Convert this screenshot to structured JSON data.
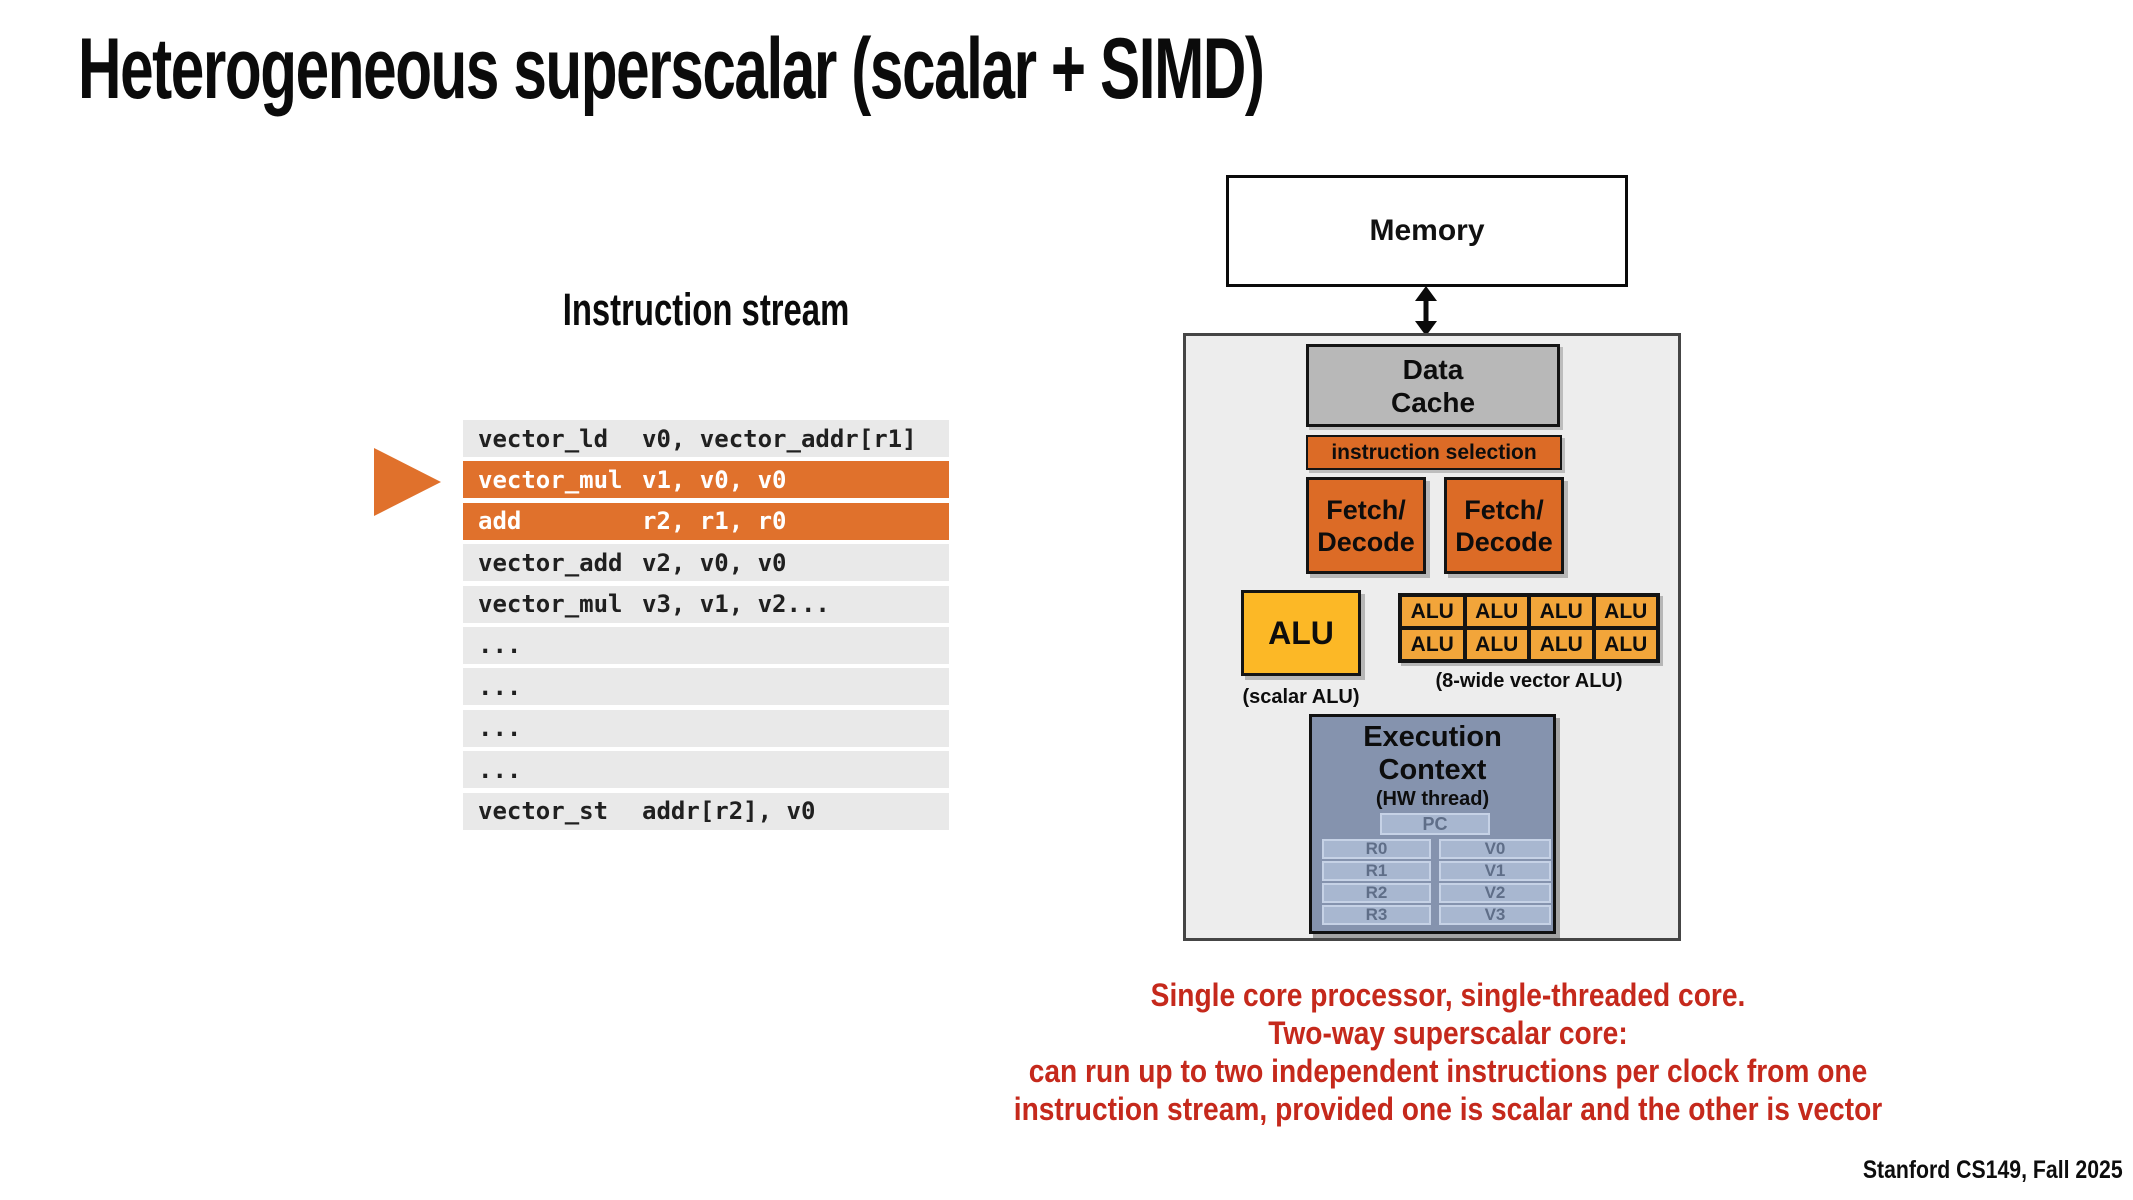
{
  "slide": {
    "title": "Heterogeneous superscalar (scalar + SIMD)",
    "footer": "Stanford CS149, Fall 2025"
  },
  "instruction_stream": {
    "heading": "Instruction stream",
    "rows": [
      {
        "opcode": "vector_ld",
        "operands": "v0, vector_addr[r1]",
        "highlight": false
      },
      {
        "opcode": "vector_mul",
        "operands": "v1, v0, v0",
        "highlight": true
      },
      {
        "opcode": "add",
        "operands": "r2, r1, r0",
        "highlight": true
      },
      {
        "opcode": "vector_add",
        "operands": "v2, v0, v0",
        "highlight": false
      },
      {
        "opcode": "vector_mul",
        "operands": "v3, v1, v2...",
        "highlight": false
      },
      {
        "opcode": "...",
        "operands": "",
        "highlight": false
      },
      {
        "opcode": "...",
        "operands": "",
        "highlight": false
      },
      {
        "opcode": "...",
        "operands": "",
        "highlight": false
      },
      {
        "opcode": "...",
        "operands": "",
        "highlight": false
      },
      {
        "opcode": "vector_st",
        "operands": "addr[r2], v0",
        "highlight": false
      }
    ]
  },
  "diagram": {
    "memory_label": "Memory",
    "data_cache": {
      "line1": "Data",
      "line2": "Cache"
    },
    "instruction_selection_label": "instruction selection",
    "fetch_decode": {
      "line1": "Fetch/",
      "line2": "Decode"
    },
    "scalar_alu": {
      "label": "ALU",
      "caption": "(scalar ALU)"
    },
    "vector_alu": {
      "cells": [
        "ALU",
        "ALU",
        "ALU",
        "ALU",
        "ALU",
        "ALU",
        "ALU",
        "ALU"
      ],
      "caption": "(8-wide vector ALU)"
    },
    "execution_context": {
      "title_line1": "Execution",
      "title_line2": "Context",
      "subtitle": "(HW thread)",
      "pc_label": "PC",
      "scalar_registers": [
        "R0",
        "R1",
        "R2",
        "R3"
      ],
      "vector_registers": [
        "V0",
        "V1",
        "V2",
        "V3"
      ]
    }
  },
  "note": {
    "lines": [
      "Single core processor, single-threaded core.",
      "Two-way superscalar core:",
      "can run up to two independent instructions per clock from one",
      "instruction stream, provided one is scalar and the other is vector"
    ]
  },
  "colors": {
    "highlight_orange": "#E0712C",
    "diagram_orange": "#DC6B26",
    "row_gray": "#E9E9E9",
    "scalar_alu_yellow": "#FCB826",
    "vector_alu_yellow": "#F2A53A",
    "data_cache_gray": "#B8B8B8",
    "core_background_gray": "#EDEDED",
    "execution_context_blue": "#8593AE",
    "register_box_blue": "#A8B7D0",
    "register_border_blue": "#C6D2E6",
    "register_text_blue": "#5F6E88",
    "note_red": "#C5291C"
  }
}
